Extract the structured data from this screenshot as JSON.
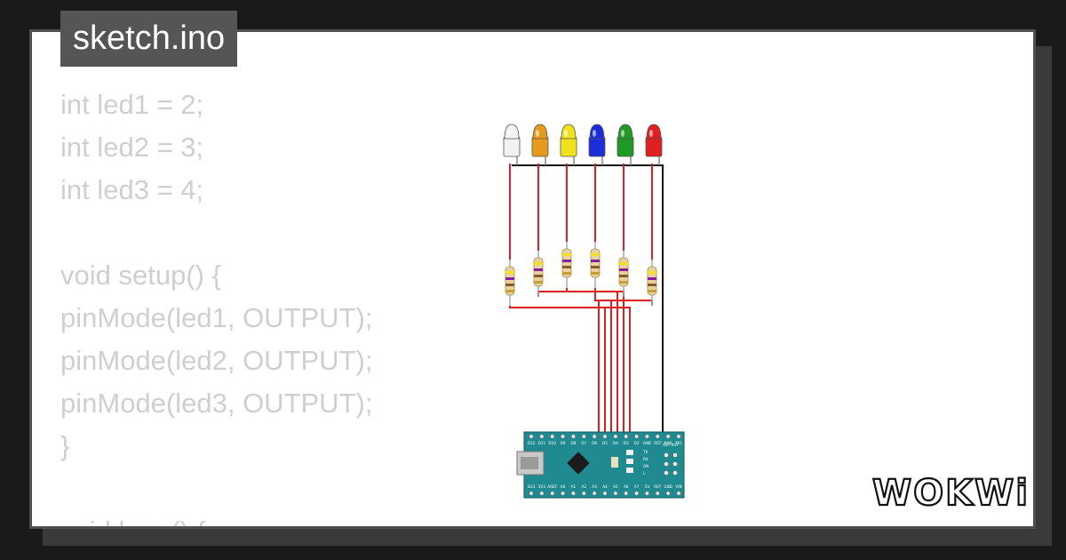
{
  "file_tab": {
    "name": "sketch.ino"
  },
  "code_lines": [
    "int led1 = 2;",
    "int led2 = 3;",
    "int led3 = 4;",
    "",
    "void setup() {",
    "pinMode(led1, OUTPUT);",
    "pinMode(led2, OUTPUT);",
    "pinMode(led3, OUTPUT);",
    "}",
    "",
    "void loop() {"
  ],
  "leds": [
    {
      "color": "#f2f2f2"
    },
    {
      "color": "#e59a1c"
    },
    {
      "color": "#f2e21c"
    },
    {
      "color": "#1c2ed8"
    },
    {
      "color": "#1f9a24"
    },
    {
      "color": "#e01f1f"
    }
  ],
  "wire_colors": {
    "signal": "#e01f1f",
    "ground": "#111111"
  },
  "board": {
    "color": "#1f8a8f",
    "top_pins": [
      "D12",
      "D11",
      "D10",
      "D9",
      "D8",
      "D7",
      "D6",
      "D5",
      "D4",
      "D3",
      "D2",
      "GND",
      "RST",
      "RX0",
      "TX1"
    ],
    "bottom_pins": [
      "D13",
      "3V3",
      "AREF",
      "A0",
      "A1",
      "A2",
      "A3",
      "A4",
      "A5",
      "A6",
      "A7",
      "5V",
      "RST",
      "GND",
      "VIN"
    ],
    "icsp_label": "RST RST",
    "side_labels": [
      "TX",
      "RX",
      "ON",
      "L"
    ]
  },
  "brand": {
    "logo_text": "WOKWi"
  }
}
